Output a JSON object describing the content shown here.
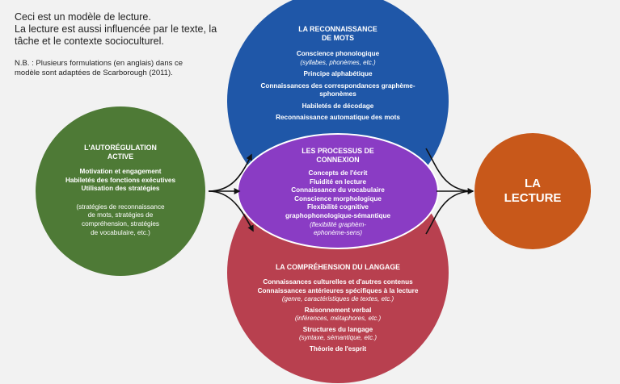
{
  "intro": {
    "line1": "Ceci est un modèle de lecture.",
    "line2": "La lecture est aussi influencée par le texte, la",
    "line3": "tâche et le contexte socioculturel.",
    "nb1": "N.B. : Plusieurs formulations (en anglais) dans ce",
    "nb2": "modèle sont adaptées de Scarborough (2011)."
  },
  "colors": {
    "top": "#1f57a8",
    "bottom": "#b8404f",
    "middle": "#8a3cc4",
    "left": "#4e7a36",
    "right": "#c8581a",
    "arrow": "#111111"
  },
  "top": {
    "title1": "LA RECONNAISSANCE",
    "title2": "DE MOTS",
    "items": [
      "Conscience phonologique",
      "(syllabes, phonèmes, etc.)",
      "Principe alphabétique",
      "Connaissances des correspondances graphème-",
      "sphonèmes",
      "Habiletés de décodage",
      "Reconnaissance automatique des mots"
    ]
  },
  "middle": {
    "title1": "LES PROCESSUS DE",
    "title2": "CONNEXION",
    "items": [
      "Concepts de l'écrit",
      "Fluidité en lecture",
      "Connaissance du vocabulaire",
      "Conscience morphologique",
      "Flexibilité cognitive",
      "graphophonologique-sémantique",
      "(flexibilité graphèm-",
      "ephonème-sens)"
    ]
  },
  "bottom": {
    "title": "LA COMPRÉHENSION DU LANGAGE",
    "items": [
      "Connaissances culturelles et d'autres contenus",
      "Connaissances antérieures spécifiques à la lecture",
      "(genre, caractéristiques de textes, etc.)",
      "Raisonnement verbal",
      "(inférences, métaphores, etc.)",
      "Structures du langage",
      "(syntaxe, sémantique, etc.)",
      "Théorie de l'esprit"
    ]
  },
  "left": {
    "title1": "L'AUTORÉGULATION",
    "title2": "ACTIVE",
    "items": [
      "Motivation et engagement",
      "Habiletés des fonctions exécutives",
      "Utilisation des stratégies"
    ],
    "note": [
      "(stratégies de reconnaissance",
      "de mots, stratégies de",
      "compréhension, stratégies",
      "de vocabulaire, etc.)"
    ]
  },
  "right": {
    "line1": "LA",
    "line2": "LECTURE"
  }
}
